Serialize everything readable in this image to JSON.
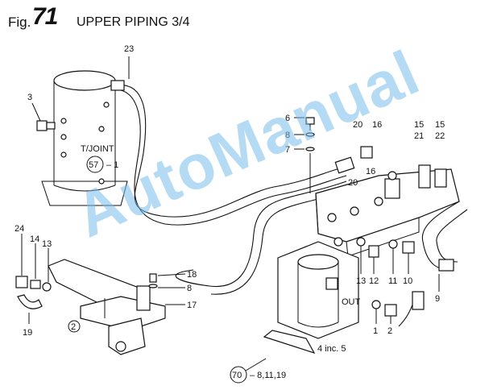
{
  "header": {
    "fig_prefix": "Fig.",
    "fig_number": "71",
    "title": "UPPER PIPING 3/4"
  },
  "watermark": "AutoManual",
  "colors": {
    "watermark": "#78bee8",
    "ink": "#111111"
  },
  "labels": {
    "c23": "23",
    "c3": "3",
    "tjoint": "T/JOINT",
    "c57": "57",
    "dash1": "– 1",
    "c6": "6",
    "c8a": "8",
    "c7": "7",
    "c20a": "20",
    "c16a": "16",
    "c15a": "15",
    "c21": "21",
    "c15b": "15",
    "c22": "22",
    "c16b": "16",
    "c20b": "20",
    "c24": "24",
    "c14": "14",
    "c13a": "13",
    "c18": "18",
    "c8b": "8",
    "c17": "17",
    "c2a": "2",
    "c19": "19",
    "c13b": "13",
    "c12": "12",
    "c11": "11",
    "c10": "10",
    "c9": "9",
    "out": "OUT",
    "c1": "1",
    "c2b": "2",
    "inc": "4 inc. 5",
    "c70": "70",
    "sub70": "– 8,11,19"
  }
}
